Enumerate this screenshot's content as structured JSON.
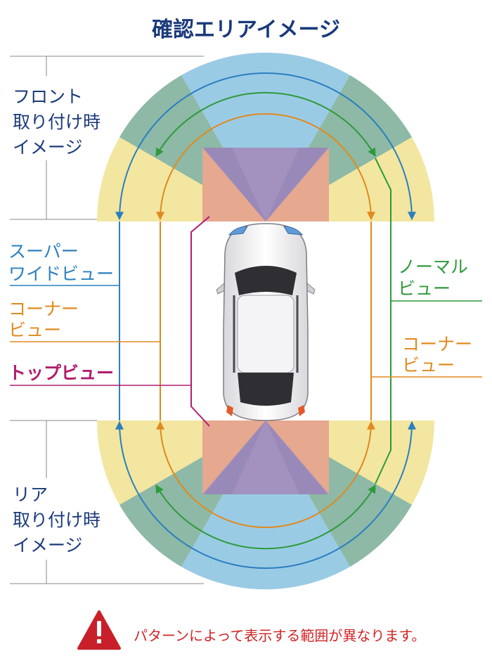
{
  "title": "確認エリアイメージ",
  "front_label": [
    "フロント",
    "取り付け時",
    "イメージ"
  ],
  "rear_label": [
    "リア",
    "取り付け時",
    "イメージ"
  ],
  "legend_left": {
    "super_wide": [
      "スーパー",
      "ワイドビュー"
    ],
    "corner": [
      "コーナー",
      "ビュー"
    ],
    "top": [
      "トップビュー"
    ]
  },
  "legend_right": {
    "normal": [
      "ノーマル",
      "ビュー"
    ],
    "corner": [
      "コーナー",
      "ビュー"
    ]
  },
  "warning": "パターンによって表示する範囲が異なります。",
  "warning_icon": "exclamation-triangle-icon",
  "colors": {
    "title": "#1a3a7a",
    "label": "#1a3a7a",
    "super_wide": "#2a7fbf",
    "corner": "#e08a1e",
    "top_view": "#b01e6e",
    "normal": "#2e9a3a",
    "zone_yellow": "#f3e6a0",
    "zone_teal": "#8db9a6",
    "zone_blue": "#9acbe5",
    "zone_orange": "#e6a88f",
    "zone_purple": "#9b8fc4",
    "warning_text": "#d02424",
    "warning_icon": "#c8202a"
  }
}
